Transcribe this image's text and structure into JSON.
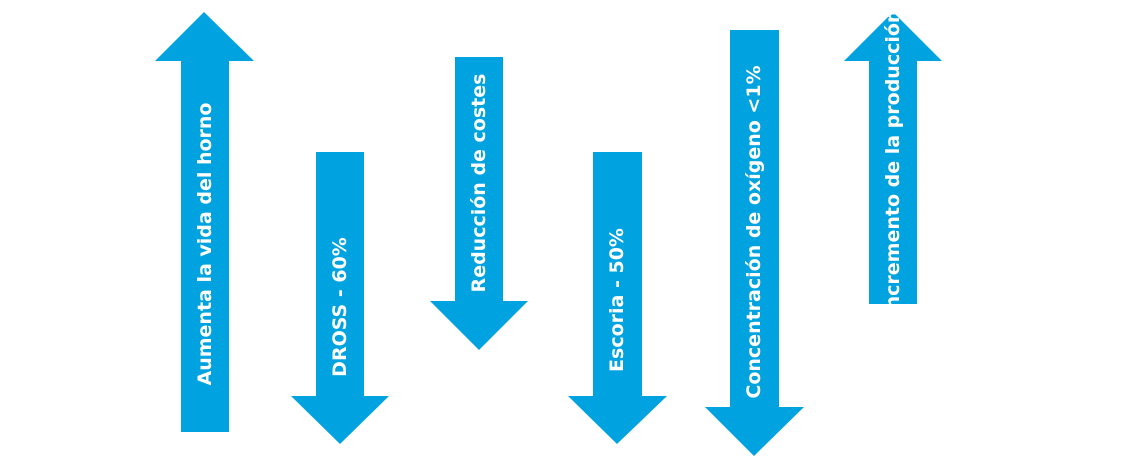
{
  "diagram": {
    "arrow_color": "#00a3e0",
    "label_color": "#ffffff",
    "arrows": [
      {
        "label": "Aumenta la vida del horno",
        "direction": "up"
      },
      {
        "label": "DROSS - 60%",
        "direction": "down"
      },
      {
        "label": "Reducción de costes",
        "direction": "down"
      },
      {
        "label": "Escoria - 50%",
        "direction": "down"
      },
      {
        "label": "Concentración de oxígeno <1%",
        "direction": "down"
      },
      {
        "label": "Incremento de la producción",
        "direction": "up"
      }
    ]
  }
}
